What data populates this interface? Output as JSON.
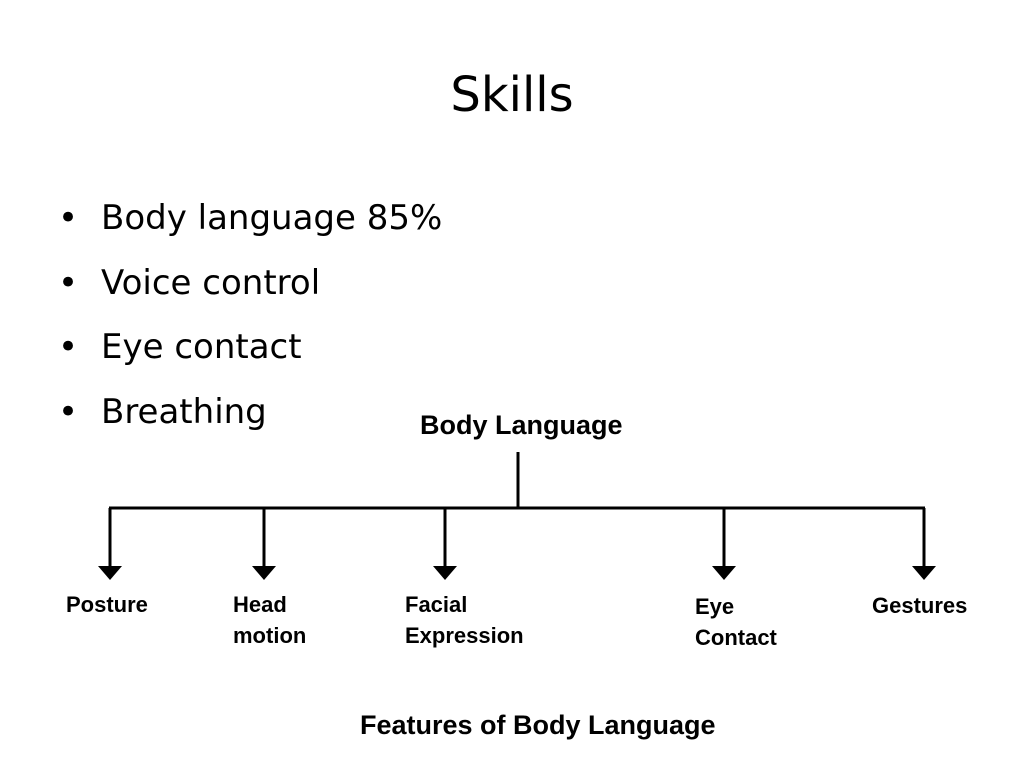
{
  "slide": {
    "title": "Skills",
    "bullet_char": "•",
    "bullets": [
      "Body language 85%",
      "Voice control",
      "Eye contact",
      "Breathing"
    ]
  },
  "diagram": {
    "root": "Body Language",
    "leaves": [
      {
        "lines": [
          "Posture"
        ]
      },
      {
        "lines": [
          "Head",
          "motion"
        ]
      },
      {
        "lines": [
          "Facial",
          "Expression"
        ]
      },
      {
        "lines": [
          "Eye",
          "Contact"
        ]
      },
      {
        "lines": [
          "Gestures"
        ]
      }
    ],
    "caption": "Features of Body Language",
    "line_color": "#000000"
  }
}
